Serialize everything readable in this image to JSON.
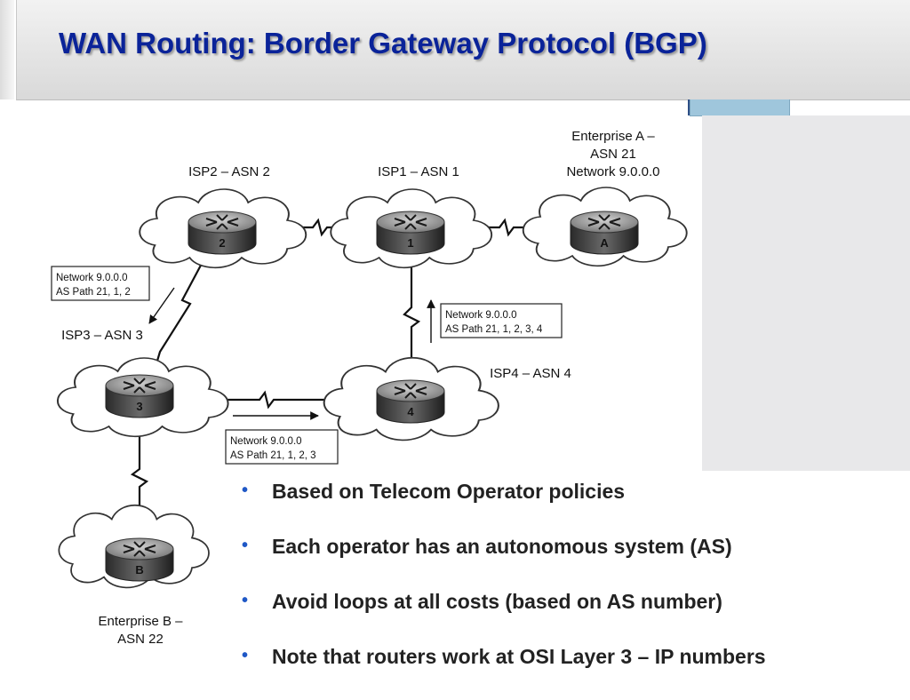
{
  "slide": {
    "title": "WAN Routing: Border Gateway Protocol (BGP)"
  },
  "diagram": {
    "routers": {
      "r1": "1",
      "r2": "2",
      "r3": "3",
      "r4": "4",
      "ra": "A",
      "rb": "B"
    },
    "labels": {
      "isp1": "ISP1 – ASN 1",
      "isp2": "ISP2 – ASN 2",
      "isp3": "ISP3 – ASN 3",
      "isp4": "ISP4 – ASN 4",
      "enterprise_a_line1": "Enterprise A –",
      "enterprise_a_line2": "ASN 21",
      "enterprise_a_line3": "Network 9.0.0.0",
      "enterprise_b_line1": "Enterprise B –",
      "enterprise_b_line2": "ASN 22"
    },
    "callouts": {
      "path_at_isp3": {
        "network": "Network 9.0.0.0",
        "path": "AS Path 21, 1, 2"
      },
      "path_at_isp1": {
        "network": "Network 9.0.0.0",
        "path": "AS Path 21, 1, 2, 3, 4"
      },
      "path_at_isp4": {
        "network": "Network 9.0.0.0",
        "path": "AS Path 21, 1, 2, 3"
      }
    }
  },
  "bullets": [
    "Based on Telecom Operator policies",
    "Each operator has an autonomous system (AS)",
    "Avoid loops at all costs (based on AS number)",
    "Note that routers work at OSI Layer 3 – IP numbers"
  ],
  "colors": {
    "title": "#0a2399",
    "bullet_marker": "#1f58c6",
    "tab": "#9fc6dc"
  }
}
